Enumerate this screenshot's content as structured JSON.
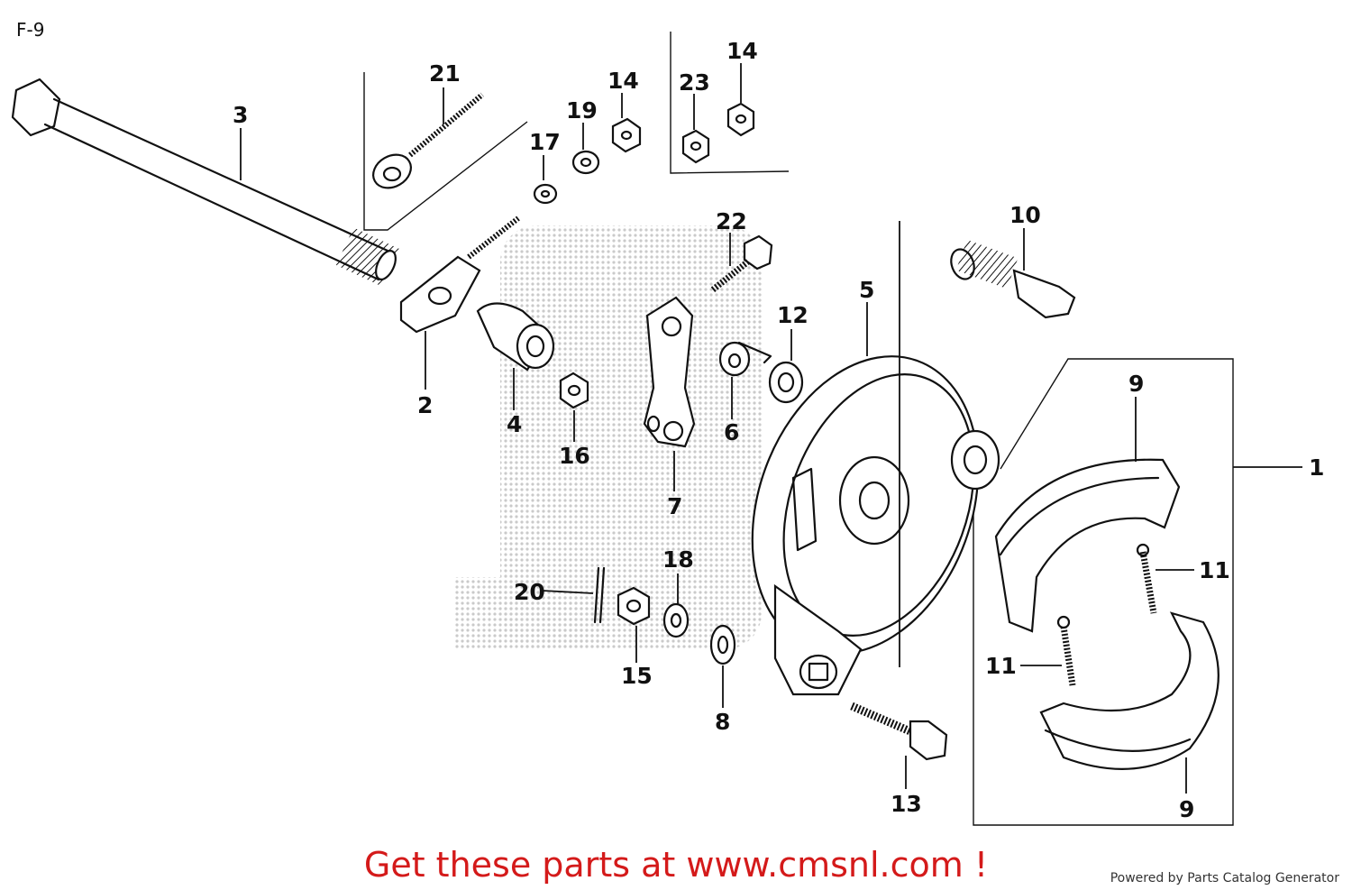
{
  "page_id": "F-9",
  "parts": {
    "p1": "1",
    "p2": "2",
    "p3": "3",
    "p4": "4",
    "p5": "5",
    "p6": "6",
    "p7": "7",
    "p8": "8",
    "p9a": "9",
    "p9b": "9",
    "p10": "10",
    "p11a": "11",
    "p11b": "11",
    "p12": "12",
    "p13": "13",
    "p14a": "14",
    "p14b": "14",
    "p15": "15",
    "p16": "16",
    "p17": "17",
    "p18": "18",
    "p19": "19",
    "p20": "20",
    "p21": "21",
    "p22": "22",
    "p23": "23"
  },
  "footer": {
    "link_text": "Get these parts at www.cmsnl.com !",
    "link_color": "#d41a1a",
    "credit": "Powered by Parts Catalog Generator"
  }
}
